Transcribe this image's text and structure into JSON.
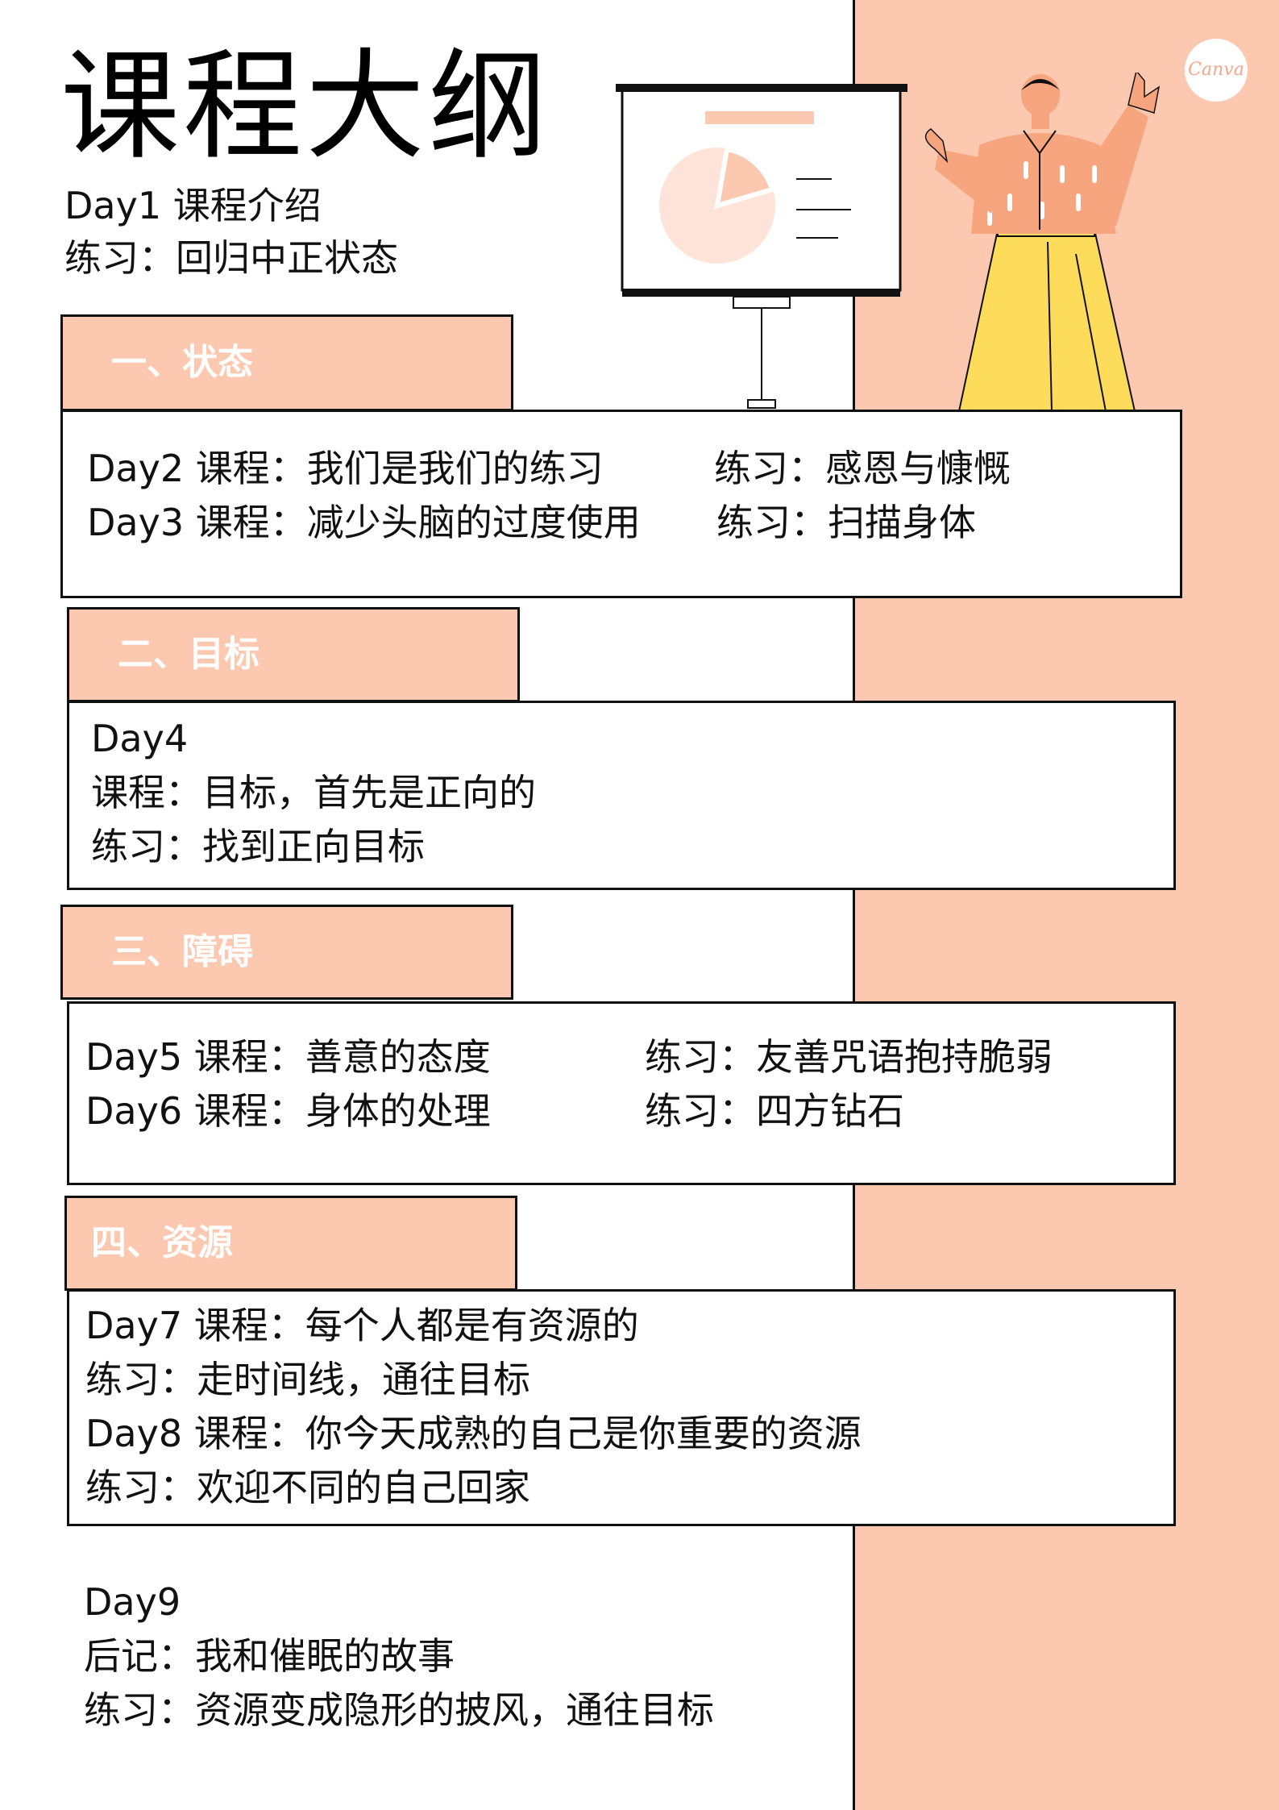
{
  "title": "课程大纲",
  "intro": {
    "line1": "Day1 课程介绍",
    "line2": "练习：回归中正状态"
  },
  "brand_logo": "Canva",
  "sections": [
    {
      "heading": "一、状态",
      "rows": [
        {
          "course": "Day2 课程：我们是我们的练习",
          "exercise": "练习：感恩与慷慨"
        },
        {
          "course": "Day3 课程：减少头脑的过度使用",
          "exercise": "练习：扫描身体"
        }
      ]
    },
    {
      "heading": "二、目标",
      "lines": [
        "Day4",
        "课程：目标，首先是正向的",
        "练习：找到正向目标"
      ]
    },
    {
      "heading": "三、障碍",
      "rows": [
        {
          "course": "Day5 课程：善意的态度",
          "exercise": "练习：友善咒语抱持脆弱"
        },
        {
          "course": "Day6 课程：身体的处理",
          "exercise": "练习：四方钻石"
        }
      ]
    },
    {
      "heading": "四、资源",
      "lines": [
        "Day7 课程：每个人都是有资源的",
        "练习：走时间线，通往目标",
        "Day8  课程：你今天成熟的自己是你重要的资源",
        "练习：欢迎不同的自己回家"
      ]
    }
  ],
  "day9": {
    "lines": [
      "Day9",
      "后记：我和催眠的故事",
      "练习：资源变成隐形的披风，通往目标"
    ]
  },
  "colors": {
    "accent": "#fdc8b0",
    "border": "#111111",
    "tab_text": "#ffffff",
    "illustration_yellow": "#fddc5c",
    "illustration_skin": "#f7a57f"
  }
}
